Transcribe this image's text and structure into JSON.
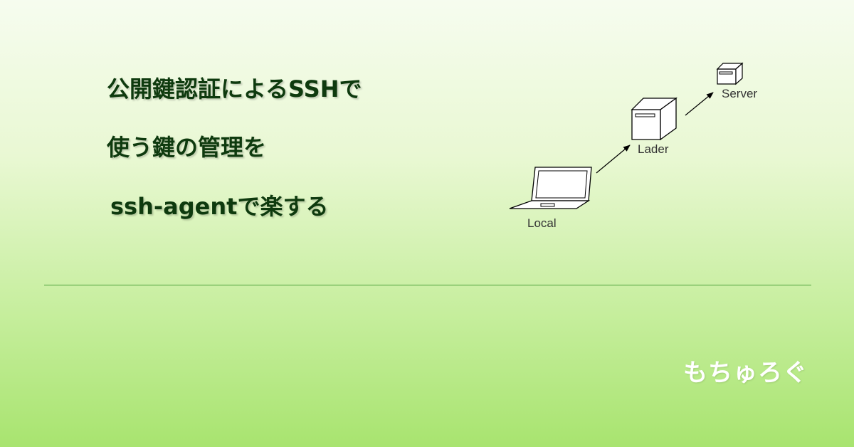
{
  "title": {
    "line1": "公開鍵認証によるSSHで",
    "line2": "使う鍵の管理を",
    "line3": "ssh-agentで楽する"
  },
  "brand": {
    "name": "もちゅろぐ"
  },
  "diagram": {
    "nodes": [
      {
        "id": "local",
        "label": "Local",
        "icon": "laptop-icon"
      },
      {
        "id": "lader",
        "label": "Lader",
        "icon": "server-icon"
      },
      {
        "id": "server",
        "label": "Server",
        "icon": "server-icon"
      }
    ],
    "edges": [
      {
        "from": "local",
        "to": "lader"
      },
      {
        "from": "lader",
        "to": "server"
      }
    ]
  },
  "colors": {
    "title_text": "#0e3a0e",
    "divider": "#4ea23c",
    "brand_text": "#ffffff",
    "background_top": "#f6fcef",
    "background_bottom": "#a8e46f"
  }
}
